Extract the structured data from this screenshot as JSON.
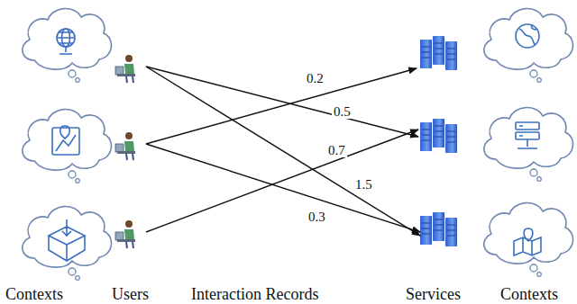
{
  "diagram": {
    "labels": [
      "Contexts",
      "Users",
      "Interaction Records",
      "Services",
      "Contexts",
      "0.2",
      "0.5",
      "0.7",
      "1.5",
      "0.3"
    ]
  }
}
